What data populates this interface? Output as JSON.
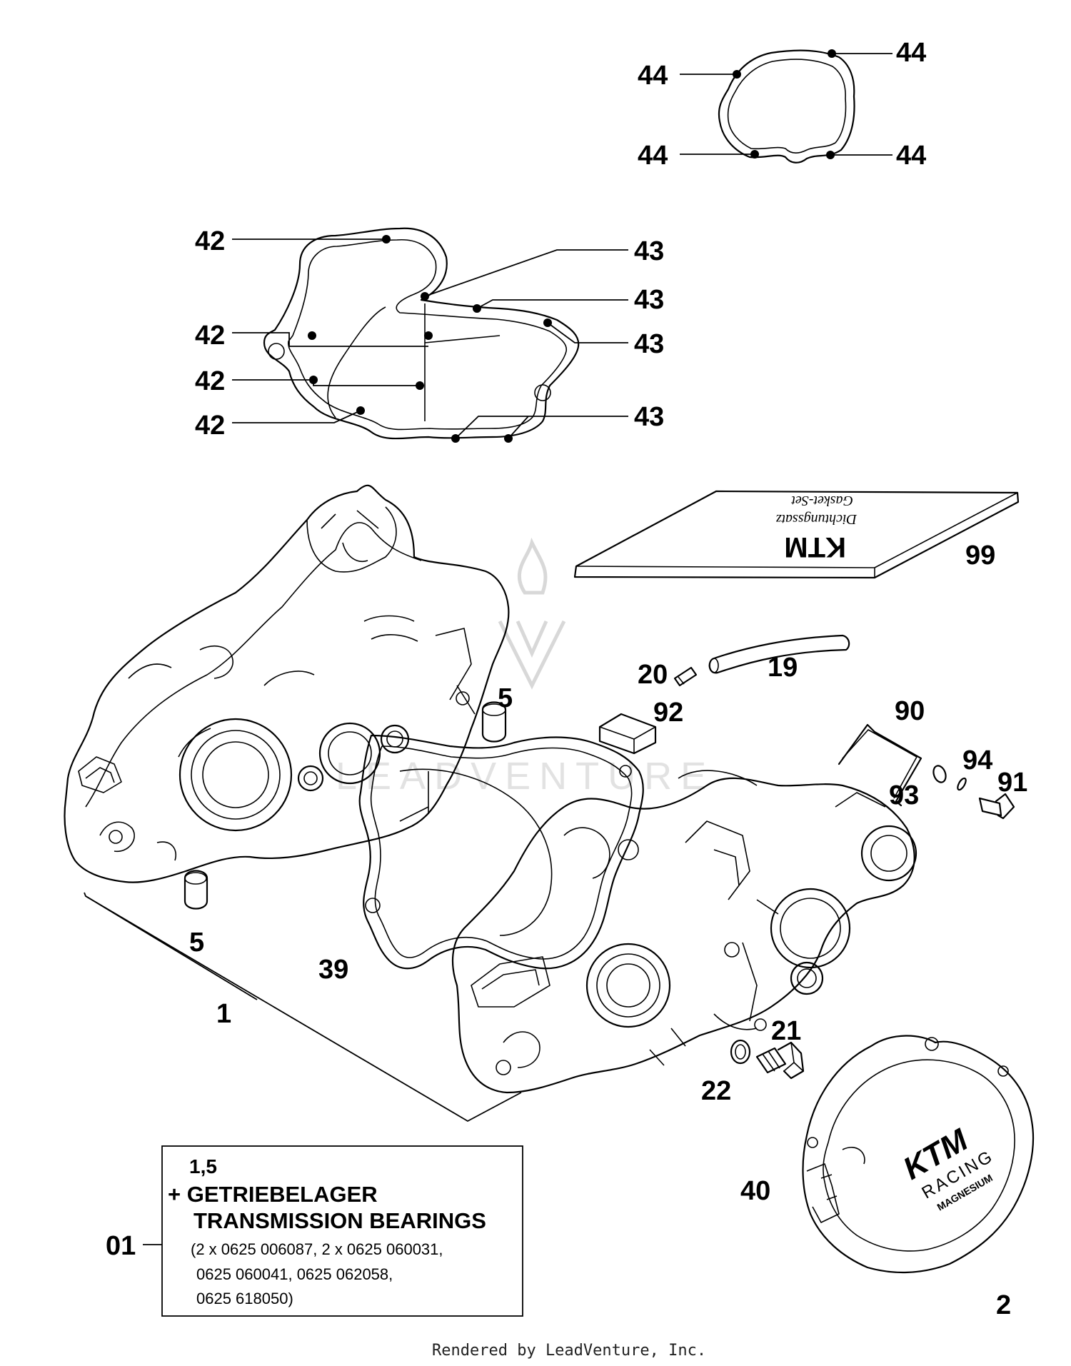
{
  "callouts": {
    "c44a": "44",
    "c44b": "44",
    "c44c": "44",
    "c44d": "44",
    "c42a": "42",
    "c42b": "42",
    "c42c": "42",
    "c42d": "42",
    "c43a": "43",
    "c43b": "43",
    "c43c": "43",
    "c43d": "43",
    "c99": "99",
    "c19": "19",
    "c20": "20",
    "c92": "92",
    "c5a": "5",
    "c5b": "5",
    "c90": "90",
    "c94": "94",
    "c93": "93",
    "c91": "91",
    "c39": "39",
    "c1": "1",
    "c21": "21",
    "c22": "22",
    "c40": "40",
    "c2": "2",
    "c01": "01"
  },
  "gasket_set_box": {
    "brand": "KTM",
    "line1": "Dichtungssatz",
    "line2": "Gasket-Set"
  },
  "cover_logo": {
    "brand": "KTM",
    "line1": "RACING",
    "line2": "MAGNESIUM"
  },
  "note_box": {
    "line1": "1,5",
    "line2": "+ GETRIEBELAGER",
    "line3": "TRANSMISSION BEARINGS",
    "line4": "(2 x 0625 006087, 2 x 0625 060031,",
    "line5": "0625 060041, 0625 062058,",
    "line6": "0625 618050)"
  },
  "watermark": "LEADVENTURE",
  "footer": "Rendered by LeadVenture, Inc."
}
